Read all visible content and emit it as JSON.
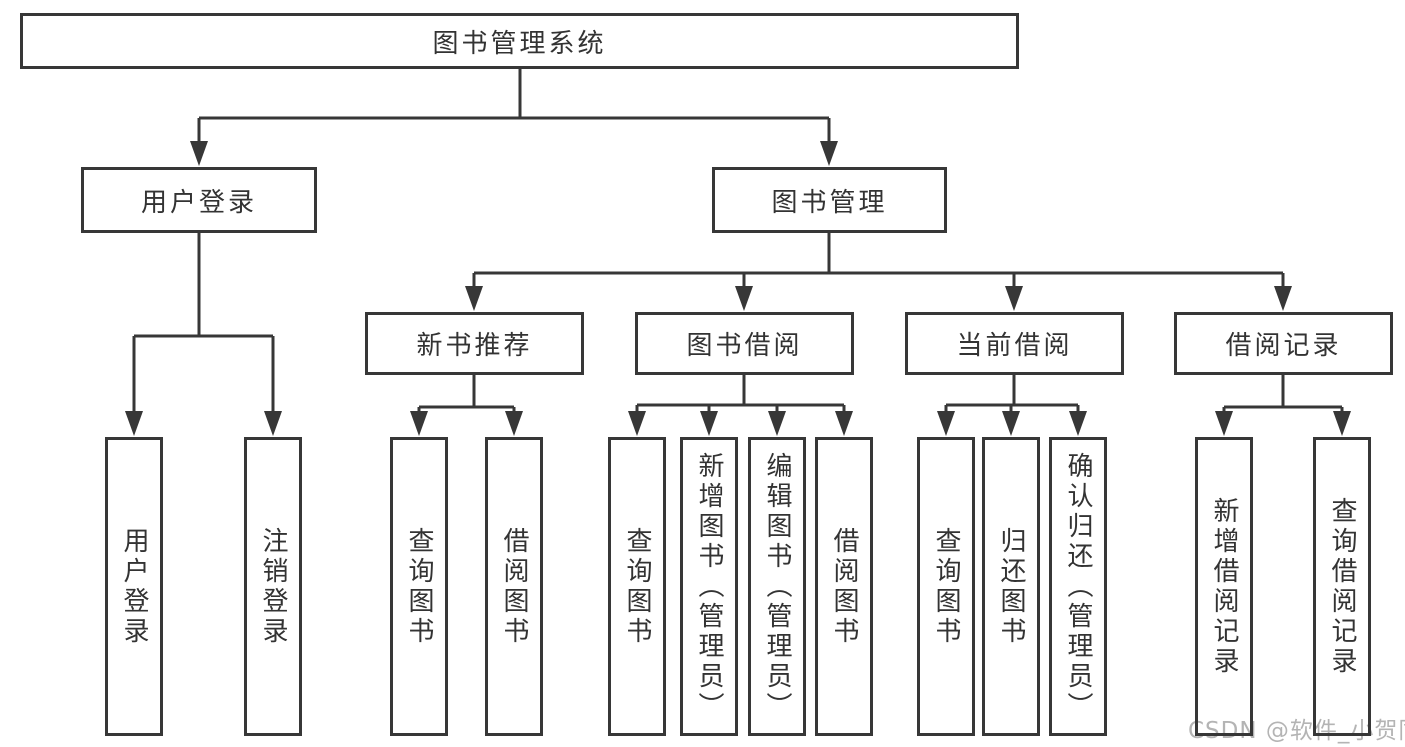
{
  "diagram_title": "图书管理系统",
  "colors": {
    "line": "#373737",
    "box_border": "#373737",
    "text": "#333333",
    "watermark": "#b4b4b4",
    "background": "#ffffff"
  },
  "tree": {
    "root": {
      "label": "图书管理系统"
    },
    "branches": [
      {
        "label": "用户登录",
        "children": [
          {
            "label": "用户登录"
          },
          {
            "label": "注销登录"
          }
        ]
      },
      {
        "label": "图书管理",
        "children": [
          {
            "label": "新书推荐",
            "children": [
              {
                "label": "查询图书"
              },
              {
                "label": "借阅图书"
              }
            ]
          },
          {
            "label": "图书借阅",
            "children": [
              {
                "label": "查询图书"
              },
              {
                "label": "新增图书（管理员）"
              },
              {
                "label": "编辑图书（管理员）"
              },
              {
                "label": "借阅图书"
              }
            ]
          },
          {
            "label": "当前借阅",
            "children": [
              {
                "label": "查询图书"
              },
              {
                "label": "归还图书"
              },
              {
                "label": "确认归还（管理员）"
              }
            ]
          },
          {
            "label": "借阅记录",
            "children": [
              {
                "label": "新增借阅记录"
              },
              {
                "label": "查询借阅记录"
              }
            ]
          }
        ]
      }
    ]
  },
  "watermark": {
    "text": "CSDN @软件_小贺同学"
  }
}
